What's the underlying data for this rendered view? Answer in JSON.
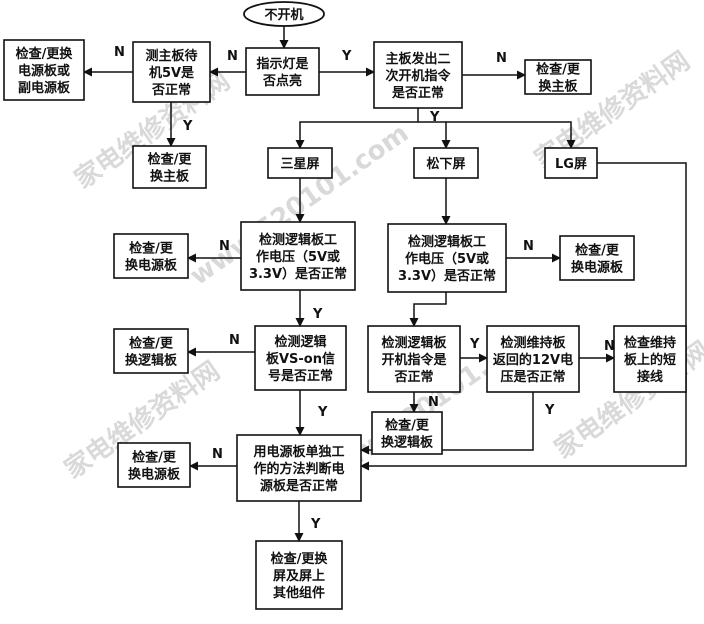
{
  "flowchart": {
    "start": "不开机",
    "nodes": {
      "indicator": [
        "指示灯是",
        "否点亮"
      ],
      "standby5v": [
        "测主板待",
        "机5V是",
        "否正常"
      ],
      "check_psu_or_sub": [
        "检查/更换",
        "电源板或",
        "副电源板"
      ],
      "check_main_a": [
        "检查/更",
        "换主板"
      ],
      "main_cmd": [
        "主板发出二",
        "次开机指令",
        "是否正常"
      ],
      "check_main_b": [
        "检查/更",
        "换主板"
      ],
      "samsung": [
        "三星屏"
      ],
      "panasonic": [
        "松下屏"
      ],
      "lg": [
        "LG屏"
      ],
      "samsung_logic_v": [
        "检测逻辑板工",
        "作电压（5V或",
        "3.3V）是否正常"
      ],
      "check_psu_a": [
        "检查/更",
        "换电源板"
      ],
      "panasonic_logic_v": [
        "检测逻辑板工",
        "作电压（5V或",
        "3.3V）是否正常"
      ],
      "check_psu_b": [
        "检查/更",
        "换电源板"
      ],
      "vs_on": [
        "检测逻辑",
        "板VS-on信",
        "号是否正常"
      ],
      "check_logic_a": [
        "检查/更",
        "换逻辑板"
      ],
      "logic_cmd": [
        "检测逻辑板",
        "开机指令是",
        "否正常"
      ],
      "check_logic_b": [
        "检查/更",
        "换逻辑板"
      ],
      "sustain_12v": [
        "检测维持板",
        "返回的12V电",
        "压是否正常"
      ],
      "sustain_short": [
        "检查维持",
        "板上的短",
        "接线"
      ],
      "psu_alone": [
        "用电源板单独工",
        "作的方法判断电",
        "源板是否正常"
      ],
      "check_psu_c": [
        "检查/更",
        "换电源板"
      ],
      "replace_screen": [
        "检查/更换",
        "屏及屏上",
        "其他组件"
      ]
    },
    "edge_labels": {
      "yes": "Y",
      "no": "N"
    }
  },
  "watermarks": [
    "家电维修资料网",
    "www.520101.com",
    "家电维修资料网",
    "www.520101.com",
    "家电维修资料网",
    "家电维修资料网"
  ]
}
